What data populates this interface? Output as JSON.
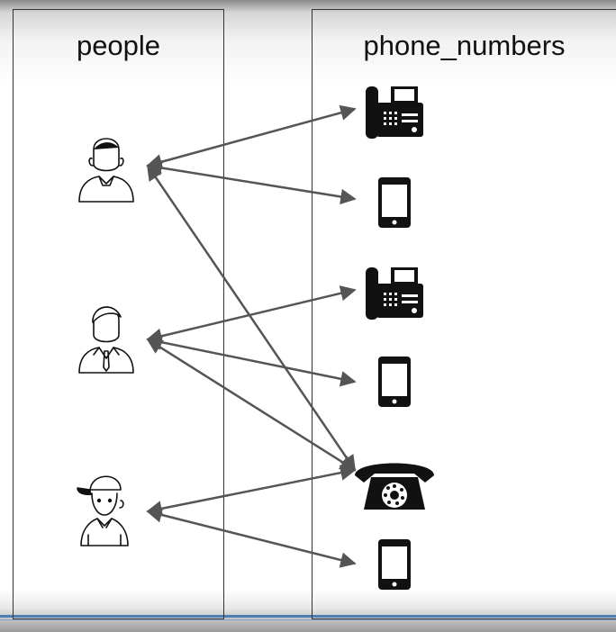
{
  "columns": {
    "people": {
      "title": "people"
    },
    "phone_numbers": {
      "title": "phone_numbers"
    }
  },
  "people": [
    {
      "id": "person-woman",
      "icon": "woman-icon"
    },
    {
      "id": "person-man-tie",
      "icon": "man-with-tie-icon"
    },
    {
      "id": "person-boy-cap",
      "icon": "boy-with-cap-icon"
    }
  ],
  "phones": [
    {
      "id": "desk-phone-1",
      "icon": "desk-phone-icon"
    },
    {
      "id": "mobile-1",
      "icon": "mobile-phone-icon"
    },
    {
      "id": "desk-phone-2",
      "icon": "desk-phone-icon"
    },
    {
      "id": "mobile-2",
      "icon": "mobile-phone-icon"
    },
    {
      "id": "rotary-phone",
      "icon": "rotary-phone-icon"
    },
    {
      "id": "mobile-3",
      "icon": "mobile-phone-icon"
    }
  ],
  "links": [
    {
      "from": "person-woman",
      "to": "desk-phone-1"
    },
    {
      "from": "person-woman",
      "to": "mobile-1"
    },
    {
      "from": "person-woman",
      "to": "rotary-phone"
    },
    {
      "from": "person-man-tie",
      "to": "desk-phone-2"
    },
    {
      "from": "person-man-tie",
      "to": "mobile-2"
    },
    {
      "from": "person-man-tie",
      "to": "rotary-phone"
    },
    {
      "from": "person-boy-cap",
      "to": "rotary-phone"
    },
    {
      "from": "person-boy-cap",
      "to": "mobile-3"
    }
  ],
  "colors": {
    "arrow": "#555555",
    "border": "#333333",
    "icon": "#111111"
  }
}
